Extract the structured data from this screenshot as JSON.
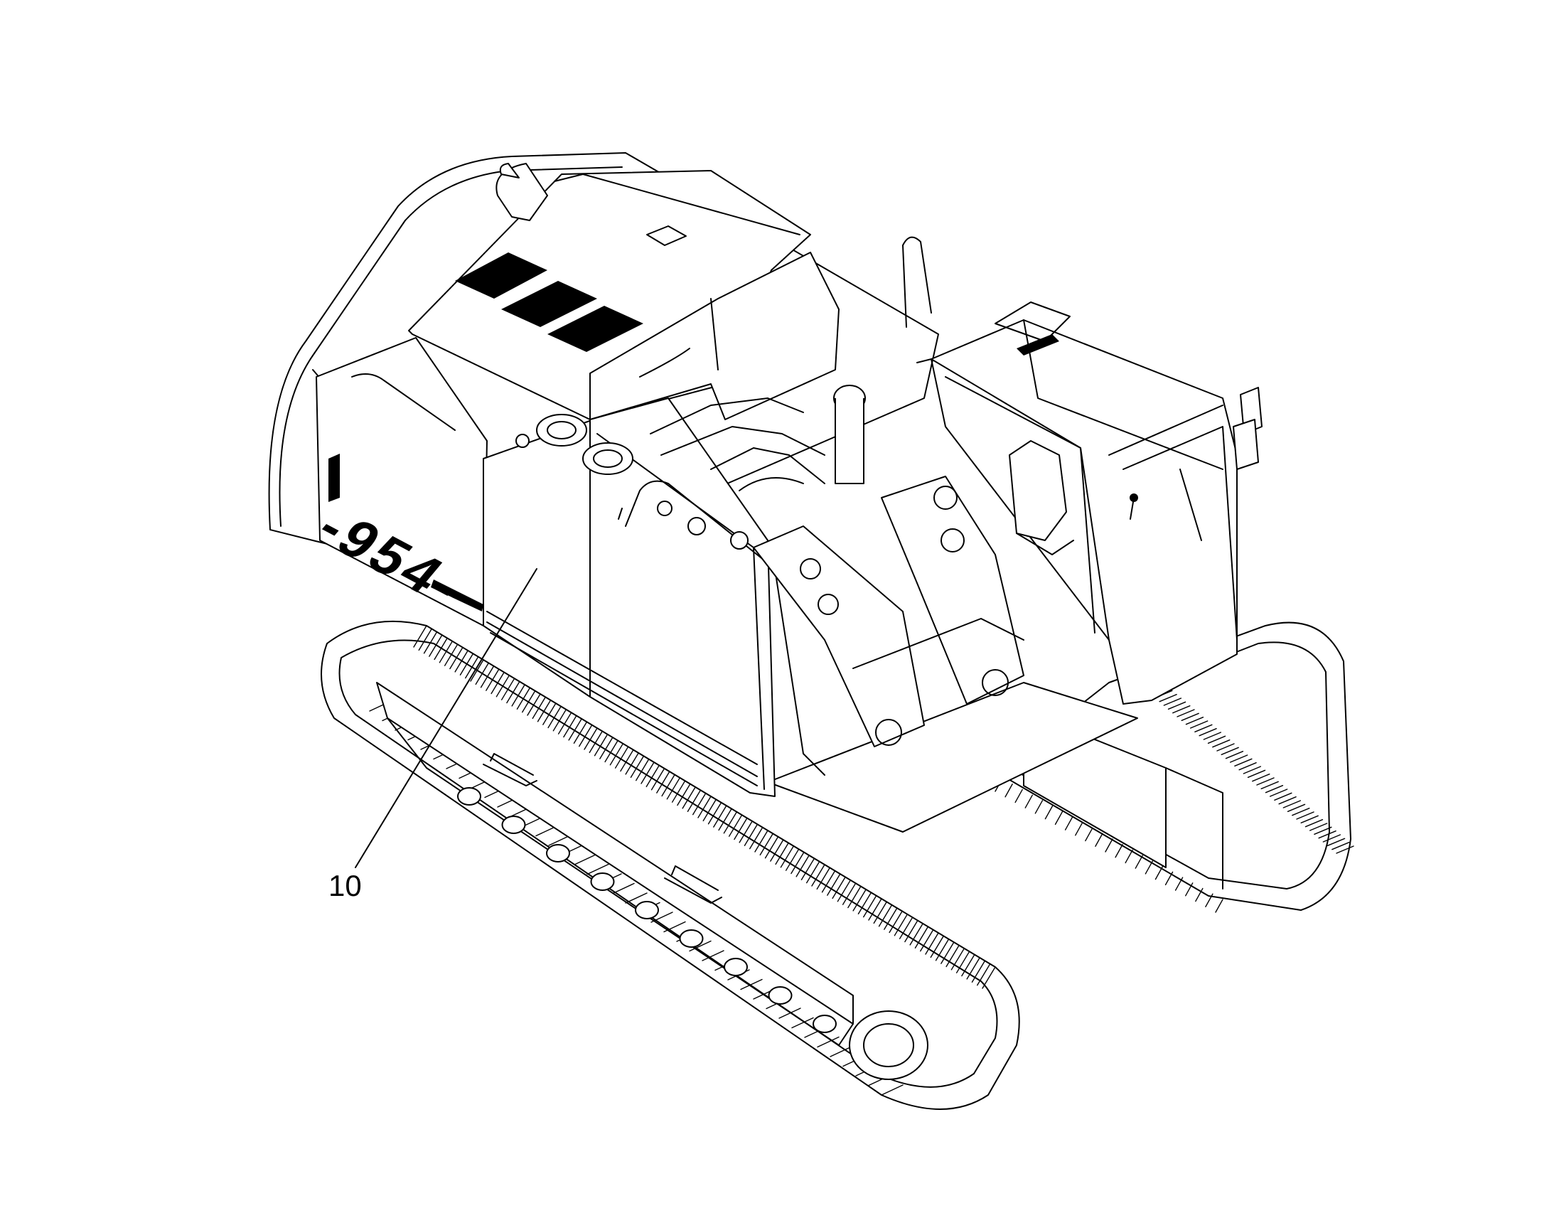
{
  "model_label": "-954-",
  "callouts": [
    {
      "label": "10"
    }
  ],
  "icons": [
    "excavator-drawing"
  ],
  "colors": {
    "line": "#000000",
    "background": "#ffffff"
  }
}
